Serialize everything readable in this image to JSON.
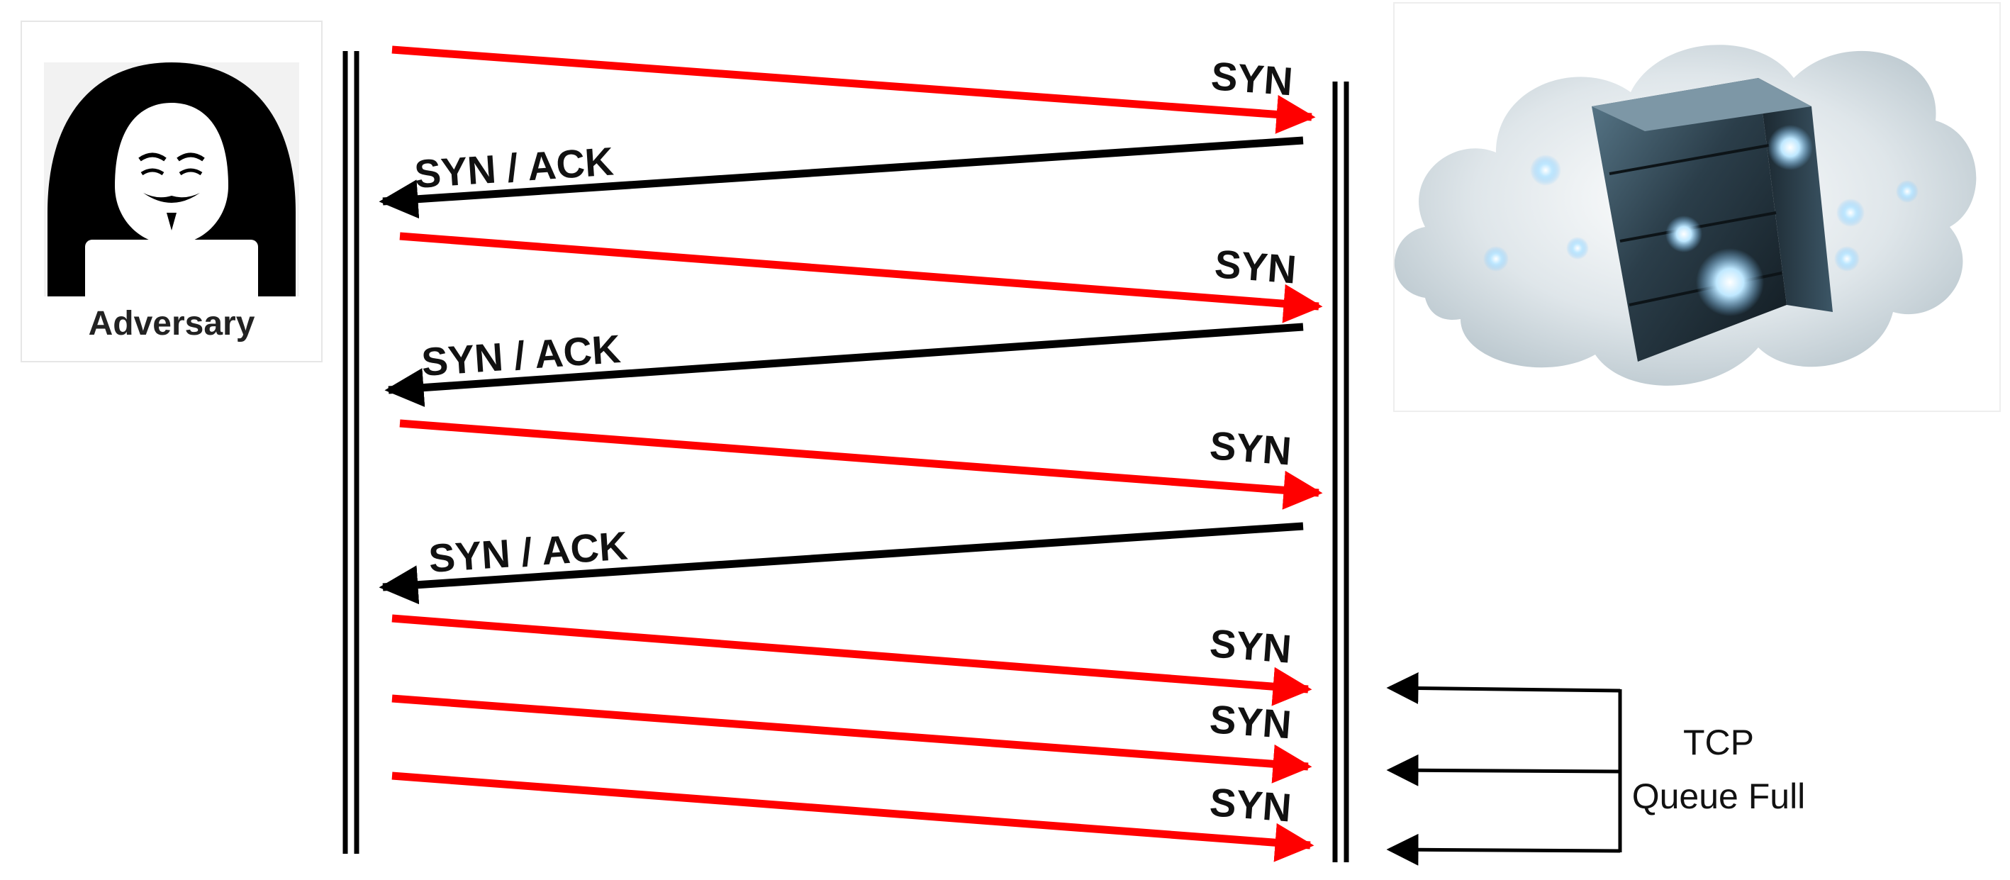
{
  "diagram": {
    "actors": {
      "attacker": {
        "label": "Adversary",
        "icon": "hooded-hacker-mask-icon"
      },
      "target": {
        "label": "",
        "icon": "server-in-cloud-icon"
      }
    },
    "colors": {
      "attack": "#ff0000",
      "response": "#000000",
      "lifeline": "#000000"
    },
    "messages": [
      {
        "label": "SYN",
        "direction": "to-server",
        "color": "attack"
      },
      {
        "label": "SYN / ACK",
        "direction": "to-adversary",
        "color": "response"
      },
      {
        "label": "SYN",
        "direction": "to-server",
        "color": "attack"
      },
      {
        "label": "SYN / ACK",
        "direction": "to-adversary",
        "color": "response"
      },
      {
        "label": "SYN",
        "direction": "to-server",
        "color": "attack"
      },
      {
        "label": "SYN / ACK",
        "direction": "to-adversary",
        "color": "response"
      },
      {
        "label": "SYN",
        "direction": "to-server",
        "color": "attack"
      },
      {
        "label": "SYN",
        "direction": "to-server",
        "color": "attack"
      },
      {
        "label": "SYN",
        "direction": "to-server",
        "color": "attack"
      }
    ],
    "queue_note": {
      "line1": "TCP",
      "line2": "Queue Full"
    }
  }
}
